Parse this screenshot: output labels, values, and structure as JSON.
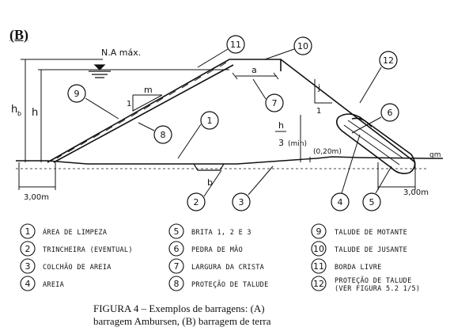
{
  "figure_label": "(B)",
  "diagram": {
    "water_level_label": "N.A máx.",
    "dim_hb": "h",
    "dim_hb_sub": "b",
    "dim_h": "h",
    "dim_m": "m",
    "dim_one_left": "1",
    "dim_a": "a",
    "dim_j": "j",
    "dim_one_right": "1",
    "dim_h3_num": "h",
    "dim_h3_den": "3",
    "dim_h3_min": "(min)",
    "dim_020": "(0,20m)",
    "dim_b": "b",
    "dim_300_left": "3,00m",
    "dim_300_right": "3,00m",
    "dim_gm": "gm",
    "callouts": [
      "11",
      "10",
      "12",
      "9",
      "8",
      "1",
      "7",
      "6",
      "2",
      "3",
      "4",
      "5"
    ]
  },
  "legend": [
    {
      "num": "1",
      "text": "ÁREA DE LIMPEZA"
    },
    {
      "num": "2",
      "text": "TRINCHEIRA (EVENTUAL)"
    },
    {
      "num": "3",
      "text": "COLCHÃO DE AREIA"
    },
    {
      "num": "4",
      "text": "AREIA"
    },
    {
      "num": "5",
      "text": "BRITA 1, 2 E 3"
    },
    {
      "num": "6",
      "text": "PEDRA DE MÃO"
    },
    {
      "num": "7",
      "text": "LARGURA DA CRISTA"
    },
    {
      "num": "8",
      "text": "PROTEÇÃO DE TALUDE"
    },
    {
      "num": "9",
      "text": "TALUDE DE MOTANTE"
    },
    {
      "num": "10",
      "text": "TALUDE DE JUSANTE"
    },
    {
      "num": "11",
      "text": "BORDA LIVRE"
    },
    {
      "num": "12",
      "text": "PROTEÇÃO DE TALUDE"
    }
  ],
  "legend_extra": "(VER FIGURA 5.2 1/5)",
  "caption": {
    "line1": "FIGURA 4 – Exemplos de barragens: (A)",
    "line2": "barragem Ambursen, (B) barragem de terra"
  }
}
